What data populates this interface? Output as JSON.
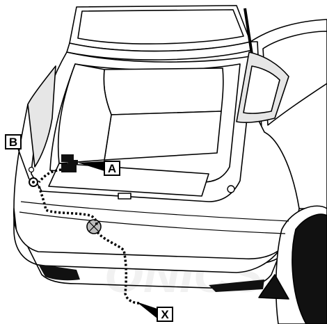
{
  "diagram": {
    "watermark_text": "ONICS",
    "labels": {
      "a": "A",
      "b": "B",
      "x": "X"
    },
    "colors": {
      "line": "#000000",
      "body_fill": "#ffffff",
      "watermark": "#f1f1f1",
      "shade": "#e6e6e6",
      "dark": "#111111"
    }
  }
}
